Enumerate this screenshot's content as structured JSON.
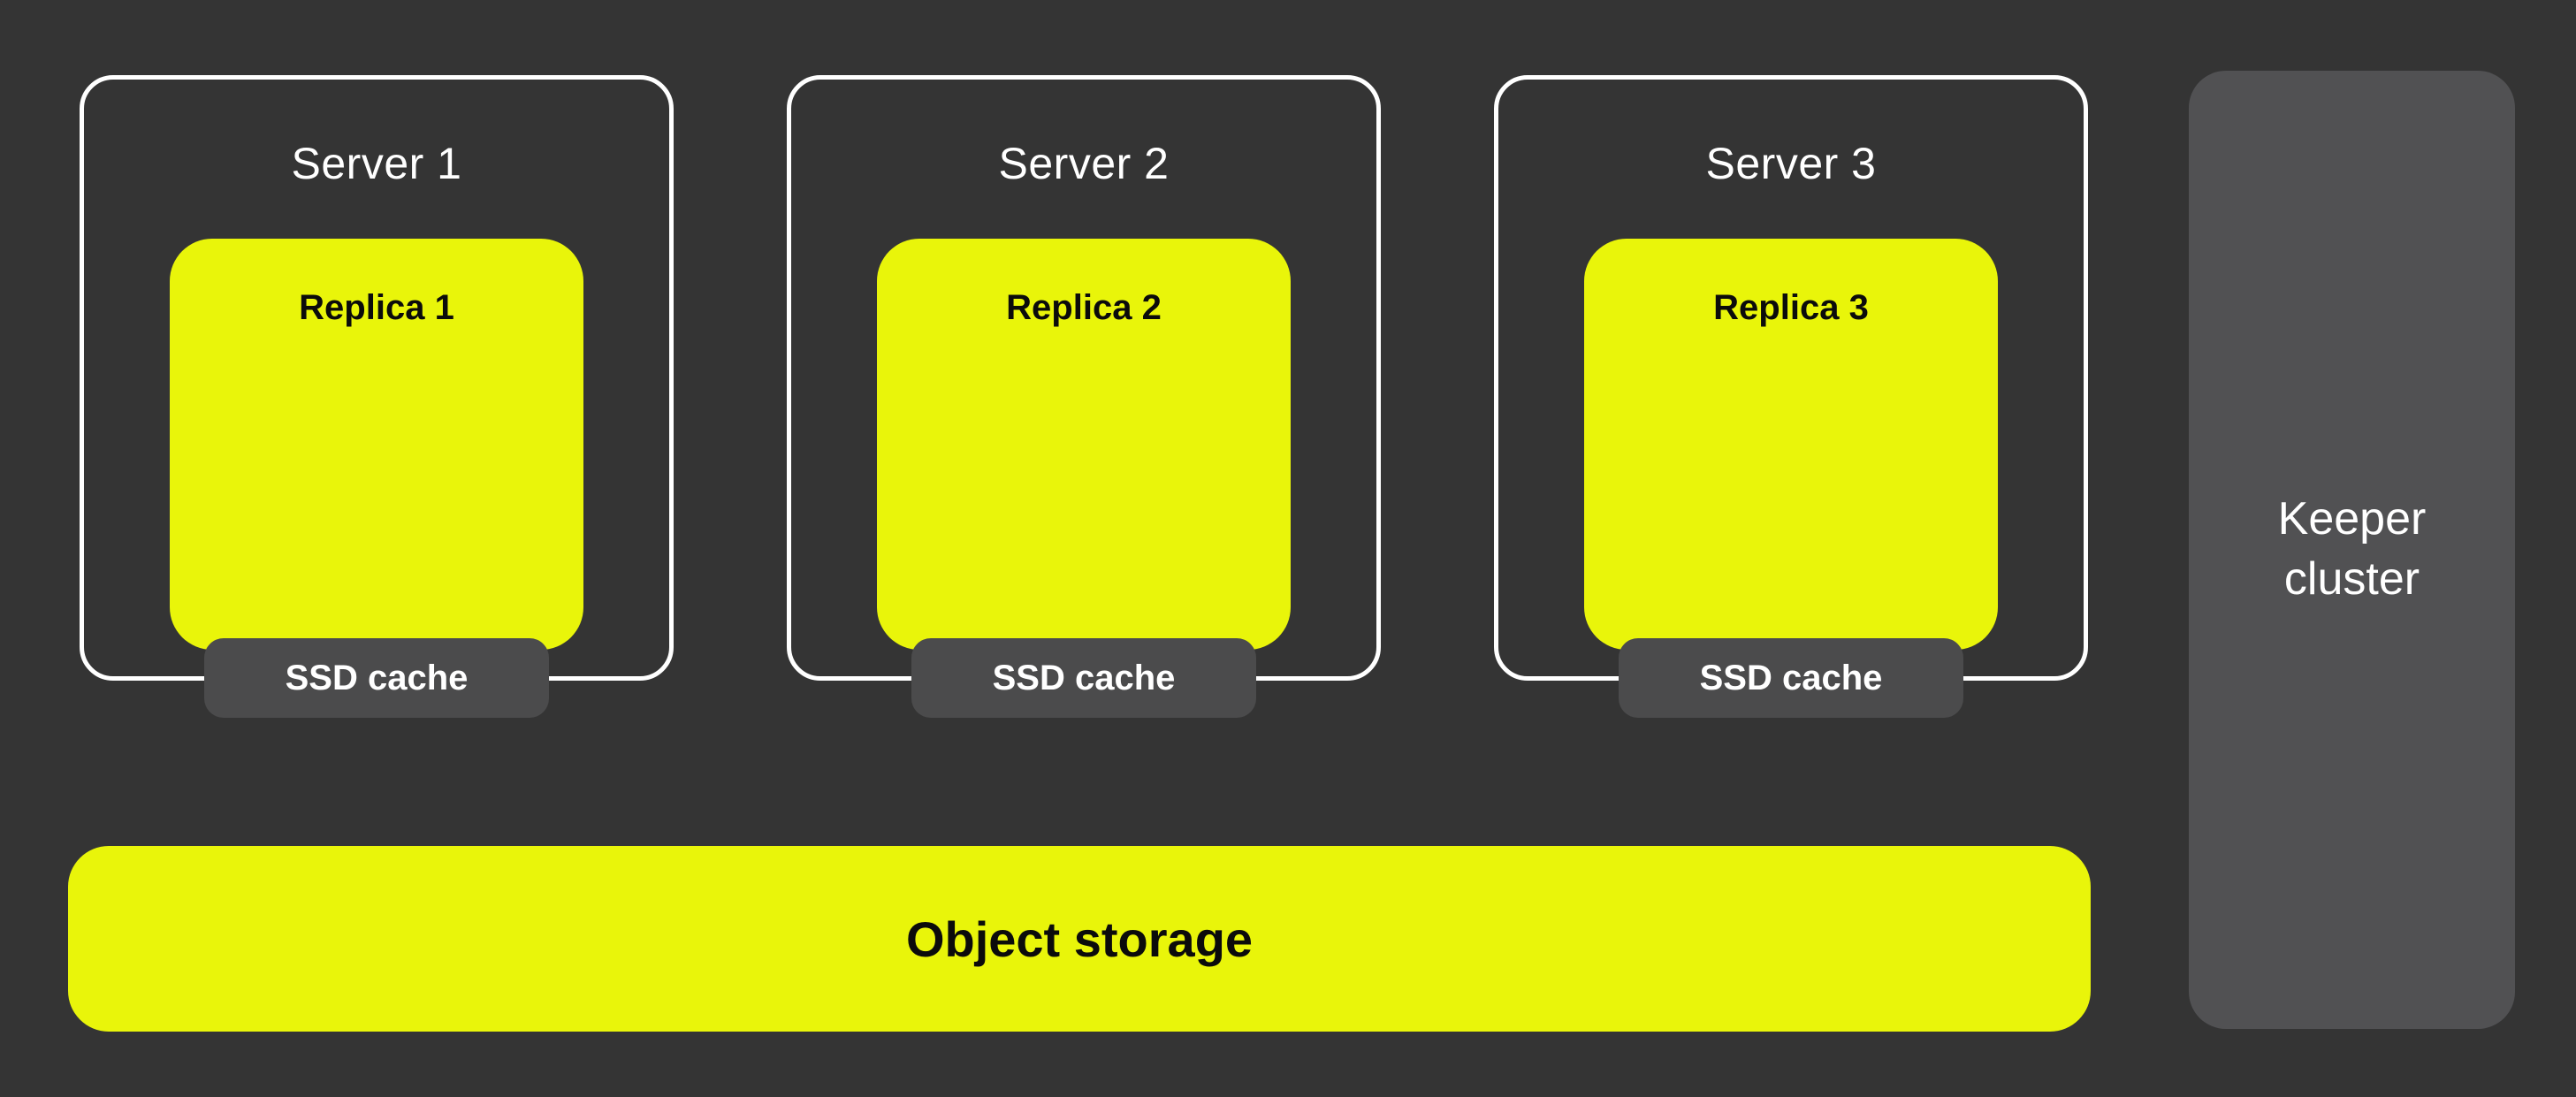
{
  "diagram_title": "replicated-servers-shared-storage-architecture",
  "colors": {
    "background": "#343434",
    "accent_yellow": "#E9F50A",
    "badge_gray": "#4B4B4C",
    "panel_gray": "#515153",
    "border_white": "#FFFFFF",
    "text_dark": "#0B0B0B"
  },
  "servers": [
    {
      "title": "Server 1",
      "replica_label": "Replica 1",
      "cache_label": "SSD cache"
    },
    {
      "title": "Server 2",
      "replica_label": "Replica 2",
      "cache_label": "SSD cache"
    },
    {
      "title": "Server 3",
      "replica_label": "Replica 3",
      "cache_label": "SSD cache"
    }
  ],
  "object_storage": {
    "label": "Object storage"
  },
  "keeper": {
    "label": "Keeper cluster"
  }
}
